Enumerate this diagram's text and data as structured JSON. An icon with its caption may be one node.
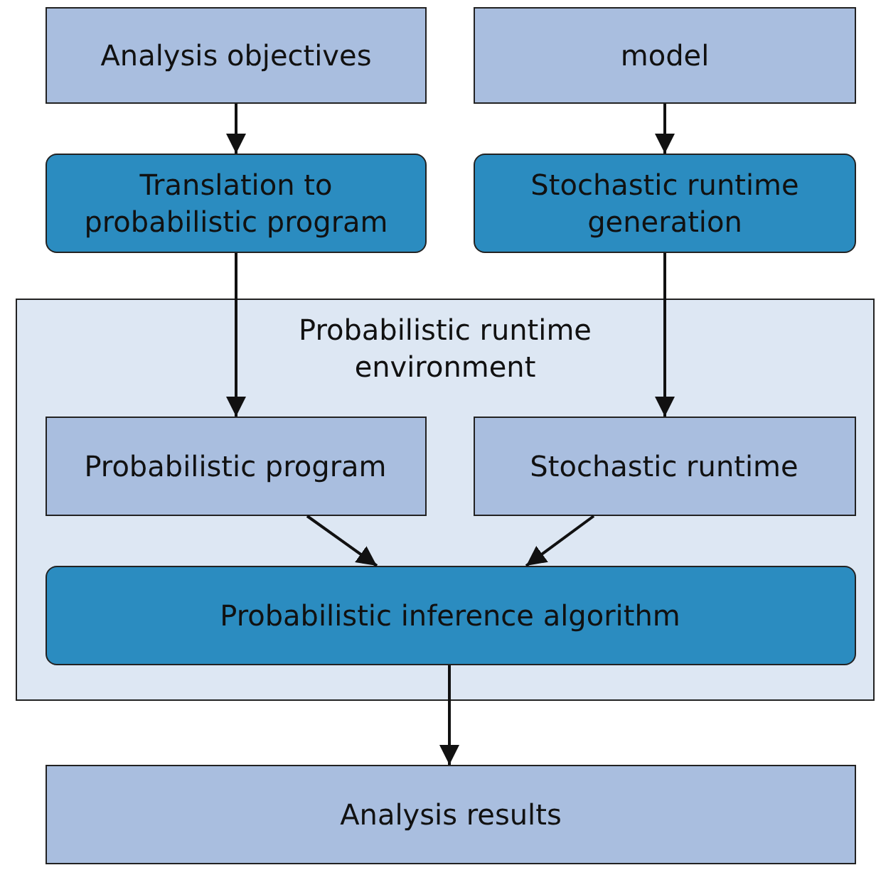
{
  "diagram": {
    "nodes": [
      {
        "text": [
          "Analysis objectives"
        ]
      },
      {
        "text": [
          "model"
        ]
      },
      {
        "text": [
          "Translation to probabilistic program"
        ]
      },
      {
        "text": [
          "Stochastic runtime generation"
        ]
      },
      {
        "text": [
          "Probabilistic runtime environment"
        ]
      },
      {
        "text": [
          "Probabilistic program"
        ],
        "in": 4
      },
      {
        "text": [
          "Stochastic runtime"
        ],
        "in": 4
      },
      {
        "text": [
          "Probabilistic inference algorithm"
        ],
        "in": 4
      },
      {
        "text": [
          "Analysis results"
        ]
      }
    ],
    "edges": [
      {
        "from": 0,
        "to": 2,
        "arrow": "to"
      },
      {
        "from": 1,
        "to": 3,
        "arrow": "to"
      },
      {
        "from": 2,
        "to": 5,
        "arrow": "to"
      },
      {
        "from": 3,
        "to": 6,
        "arrow": "to"
      },
      {
        "from": 5,
        "to": 7,
        "arrow": "to"
      },
      {
        "from": 6,
        "to": 7,
        "arrow": "to"
      },
      {
        "from": 7,
        "to": 8,
        "arrow": "to"
      }
    ]
  }
}
